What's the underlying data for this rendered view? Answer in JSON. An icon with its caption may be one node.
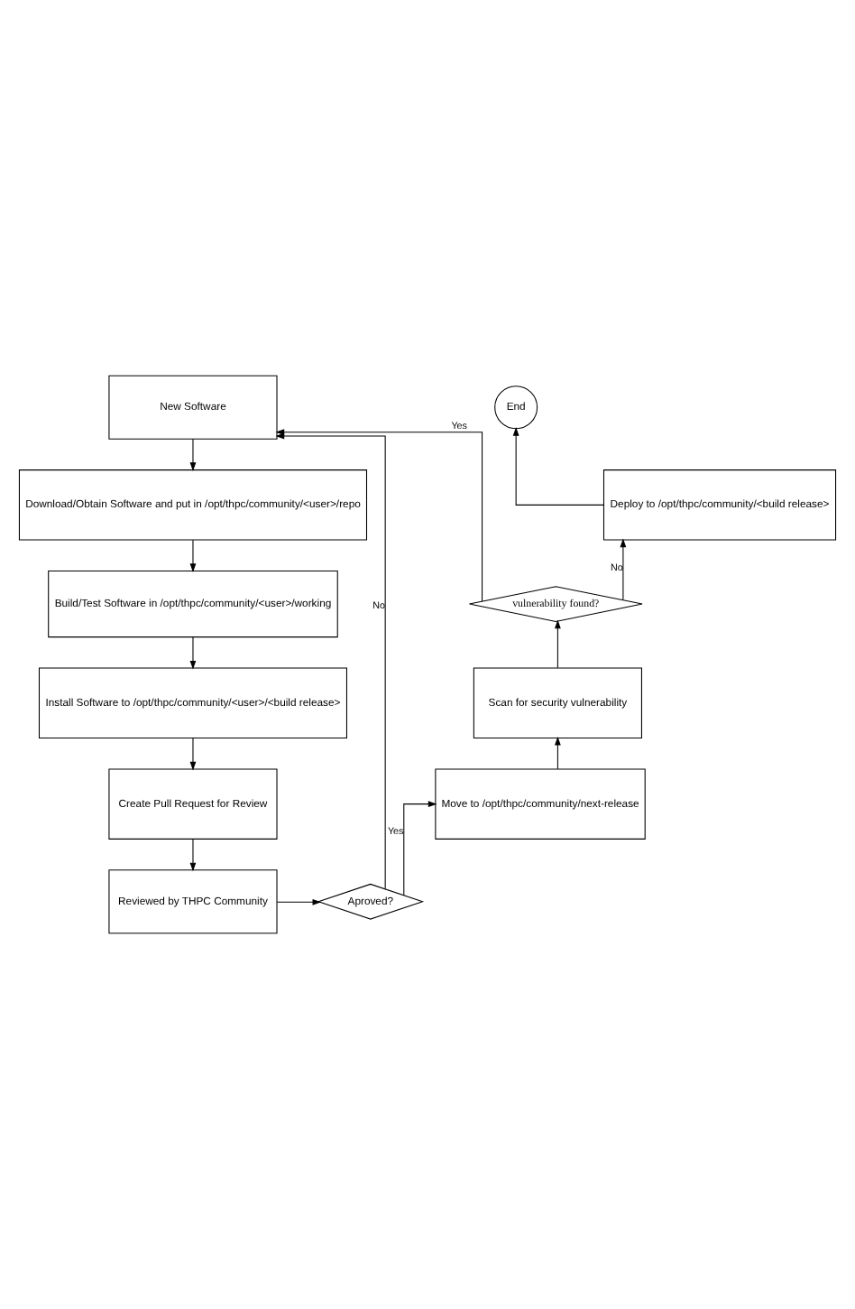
{
  "diagram": {
    "nodes": [
      {
        "text": [
          "New Software"
        ]
      },
      {
        "text": [
          "Download/Obtain Software and put in /opt/thpc/community/<user>/repo"
        ]
      },
      {
        "text": [
          "Build/Test Software in /opt/thpc/community/<user>/working"
        ]
      },
      {
        "text": [
          "Install Software to /opt/thpc/community/<user>/<build release>"
        ]
      },
      {
        "text": [
          "Create Pull Request for Review"
        ]
      },
      {
        "text": [
          "Reviewed by THPC Community"
        ]
      },
      {
        "text": [
          "Aproved?"
        ]
      },
      {
        "text": [
          "Move to /opt/thpc/community/next-release"
        ]
      },
      {
        "text": [
          "Scan for security vulnerability"
        ]
      },
      {
        "text": [
          "vulnerability found?"
        ]
      },
      {
        "text": [
          "Deploy to /opt/thpc/community/<build release>"
        ]
      },
      {
        "text": [
          "End"
        ]
      }
    ],
    "edges": [
      {
        "from": 0,
        "to": 1,
        "arrow": "to"
      },
      {
        "from": 1,
        "to": 2,
        "arrow": "to"
      },
      {
        "from": 2,
        "to": 3,
        "arrow": "to"
      },
      {
        "from": 3,
        "to": 4,
        "arrow": "to"
      },
      {
        "from": 4,
        "to": 5,
        "arrow": "to"
      },
      {
        "from": 5,
        "to": 6,
        "arrow": "to"
      },
      {
        "from": 6,
        "to": 7,
        "label": "Yes",
        "arrow": "to"
      },
      {
        "from": 7,
        "to": 8,
        "arrow": "to"
      },
      {
        "from": 8,
        "to": 9,
        "arrow": "to"
      },
      {
        "from": 9,
        "to": 10,
        "label": "No",
        "arrow": "to"
      },
      {
        "from": 10,
        "to": 11,
        "arrow": "to"
      },
      {
        "from": 9,
        "to": 0,
        "label": "Yes",
        "arrow": "to"
      },
      {
        "from": 6,
        "to": 0,
        "label": "No",
        "arrow": "to"
      }
    ]
  }
}
